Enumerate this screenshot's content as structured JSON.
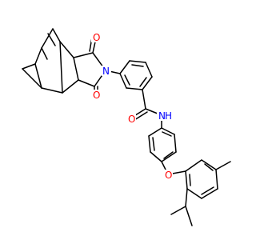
{
  "molecule": {
    "colors": {
      "bond": "#000000",
      "O": "#ff0000",
      "N": "#0000ff",
      "C": "#000000"
    },
    "atoms": {
      "O1": "O",
      "O2": "O",
      "N1": "N",
      "O3": "O",
      "N2": "N",
      "H2": "H",
      "O4": "O"
    }
  }
}
